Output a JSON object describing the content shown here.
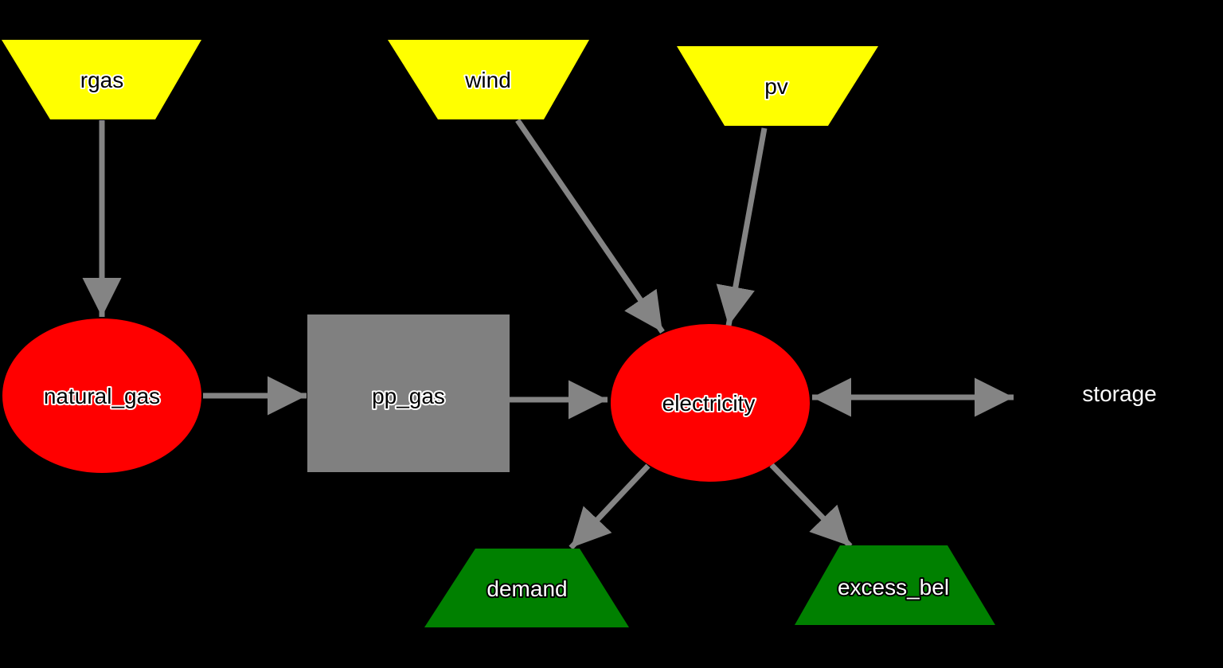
{
  "canvas": {
    "width": "1536",
    "height": "839",
    "background": "#000000"
  },
  "colors": {
    "source_fill": "#ffff00",
    "bus_fill": "#ff0000",
    "transformer_fill": "#808080",
    "sink_fill": "#008000",
    "edge": "#848484",
    "label_on_colored_node": "#000000",
    "label_halo": "#ffffff",
    "label_on_sink": "#ffffff",
    "storage_label_color": "#ffffff"
  },
  "nodes": {
    "rgas": {
      "label": "rgas",
      "type": "source"
    },
    "wind": {
      "label": "wind",
      "type": "source"
    },
    "pv": {
      "label": "pv",
      "type": "source"
    },
    "natural_gas": {
      "label": "natural_gas",
      "type": "bus"
    },
    "pp_gas": {
      "label": "pp_gas",
      "type": "transformer"
    },
    "electricity": {
      "label": "electricity",
      "type": "bus"
    },
    "demand": {
      "label": "demand",
      "type": "sink"
    },
    "excess_bel": {
      "label": "excess_bel",
      "type": "sink"
    },
    "storage": {
      "label": "storage",
      "type": "storage"
    }
  },
  "edges": [
    {
      "from": "rgas",
      "to": "natural_gas",
      "bidirectional": false
    },
    {
      "from": "natural_gas",
      "to": "pp_gas",
      "bidirectional": false
    },
    {
      "from": "pp_gas",
      "to": "electricity",
      "bidirectional": false
    },
    {
      "from": "wind",
      "to": "electricity",
      "bidirectional": false
    },
    {
      "from": "pv",
      "to": "electricity",
      "bidirectional": false
    },
    {
      "from": "electricity",
      "to": "demand",
      "bidirectional": false
    },
    {
      "from": "electricity",
      "to": "excess_bel",
      "bidirectional": false
    },
    {
      "from": "electricity",
      "to": "storage",
      "bidirectional": true
    }
  ]
}
